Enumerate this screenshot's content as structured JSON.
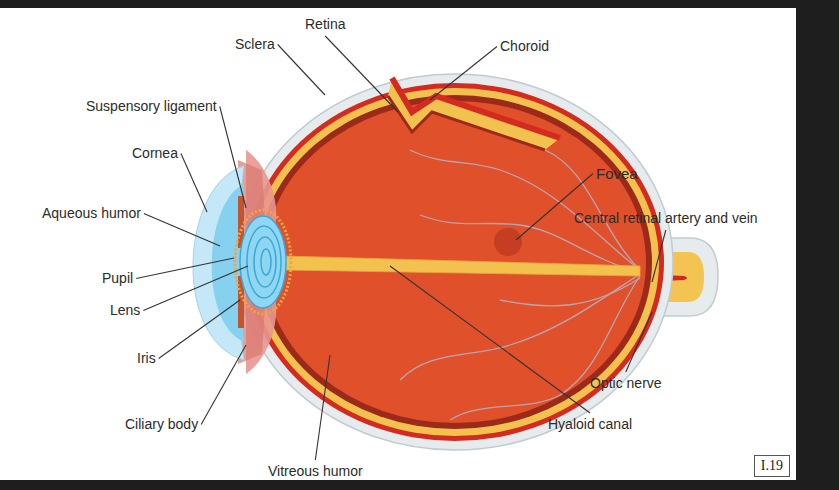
{
  "diagram": {
    "nodes": [
      {
        "text": [
          "I.19"
        ]
      }
    ],
    "labels": [
      "Retina",
      "Sclera",
      "Choroid",
      "Suspensory ligament",
      "Cornea",
      "Fovea",
      "Aqueous humor",
      "Central retinal artery and vein",
      "Pupil",
      "Lens",
      "Iris",
      "Ciliary body",
      "Vitreous humor",
      "Optic nerve",
      "Hyaloid canal"
    ]
  }
}
